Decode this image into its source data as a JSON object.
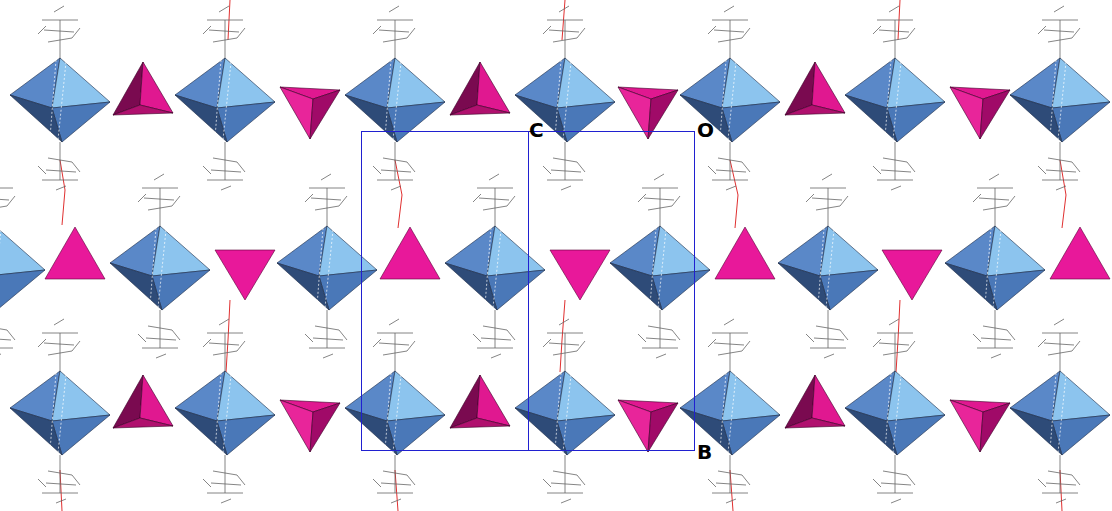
{
  "diagram": {
    "labels": [
      "C",
      "O",
      "B"
    ]
  }
}
